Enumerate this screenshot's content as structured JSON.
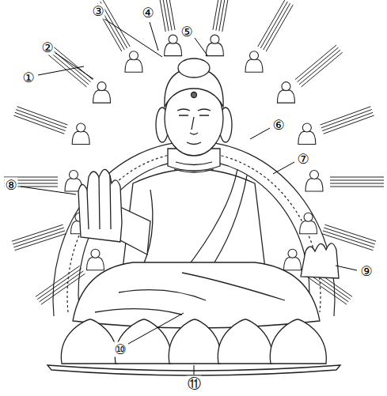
{
  "diagram": {
    "labels": [
      "①",
      "②",
      "③",
      "④",
      "⑤",
      "⑥",
      "⑦",
      "⑧",
      "⑨",
      "⑩",
      "⑪"
    ]
  }
}
